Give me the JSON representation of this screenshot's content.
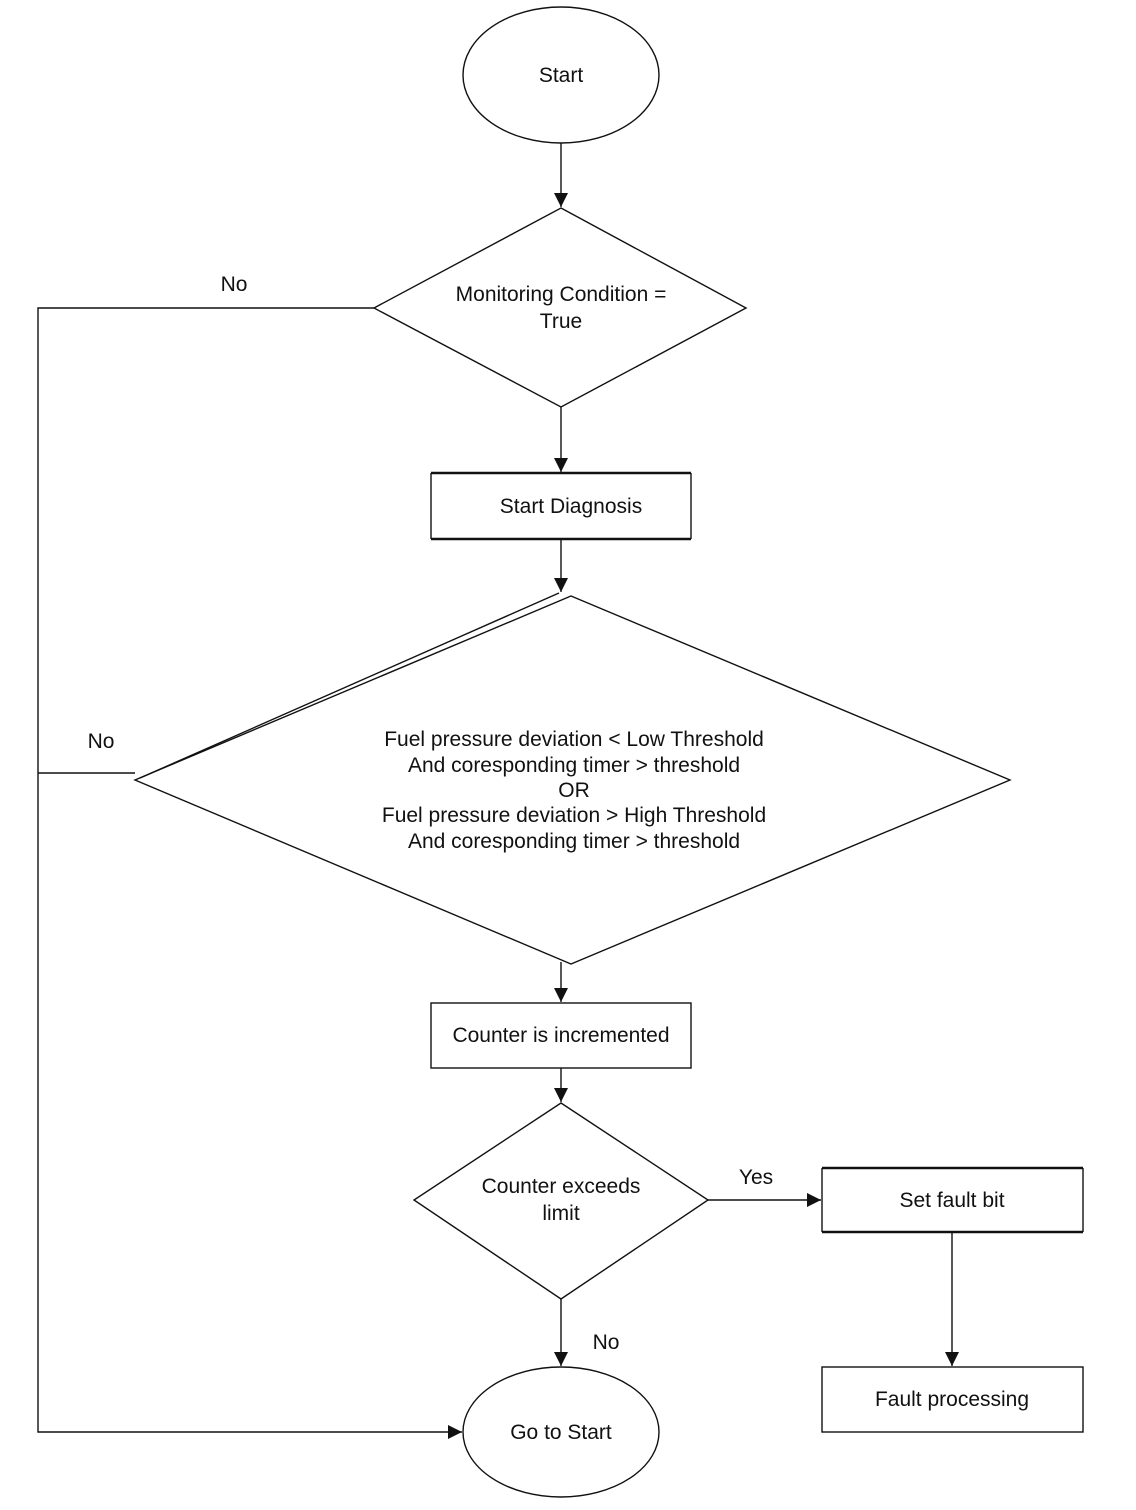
{
  "nodes": {
    "start": "Start",
    "monitoring_line1": "Monitoring Condition =",
    "monitoring_line2": "True",
    "start_diagnosis": "Start Diagnosis",
    "fuel_line1": "Fuel pressure deviation < Low Threshold",
    "fuel_line2": "And coresponding timer > threshold",
    "fuel_line3": "OR",
    "fuel_line4": "Fuel pressure deviation > High Threshold",
    "fuel_line5": "And coresponding timer > threshold",
    "counter_incremented": "Counter is incremented",
    "counter_exceeds_line1": "Counter exceeds",
    "counter_exceeds_line2": "limit",
    "set_fault_bit": "Set fault bit",
    "fault_processing": "Fault processing",
    "go_to_start": "Go to Start"
  },
  "edges": {
    "monitoring_no": "No",
    "fuel_no": "No",
    "counter_yes": "Yes",
    "counter_no": "No"
  }
}
